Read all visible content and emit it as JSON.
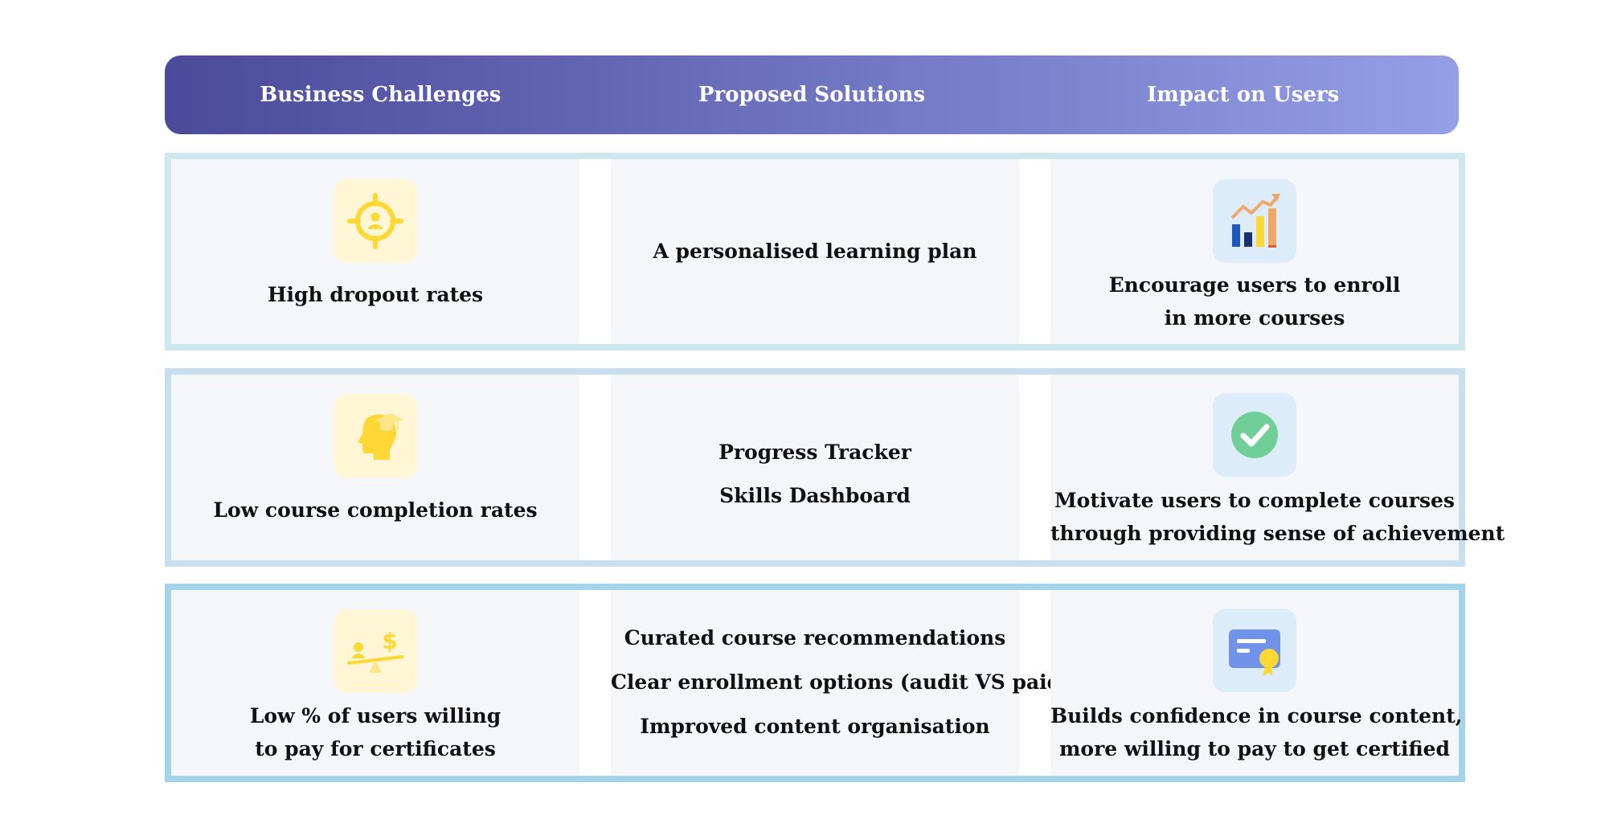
{
  "header": {
    "col1": "Business Challenges",
    "col2": "Proposed Solutions",
    "col3": "Impact on Users"
  },
  "rows": [
    {
      "challenge_icon": "target-user-icon",
      "challenge_lines": [
        "High dropout rates"
      ],
      "solution_lines": [
        "A personalised learning plan"
      ],
      "impact_icon": "growth-chart-icon",
      "impact_lines": [
        "Encourage users to enroll",
        "in more courses"
      ]
    },
    {
      "challenge_icon": "head-graduation-cap-icon",
      "challenge_lines": [
        "Low course completion rates"
      ],
      "solution_lines": [
        "Progress Tracker",
        "Skills Dashboard"
      ],
      "impact_icon": "checkmark-circle-icon",
      "impact_lines": [
        "Motivate users to complete courses",
        "through providing sense of achievement"
      ]
    },
    {
      "challenge_icon": "seesaw-dollar-icon",
      "challenge_lines": [
        "Low % of users willing",
        "to pay for certificates"
      ],
      "solution_lines": [
        "Curated course recommendations",
        "Clear enrollment options (audit VS paid)",
        "Improved content organisation"
      ],
      "impact_icon": "certificate-icon",
      "impact_lines": [
        "Builds confidence in course content,",
        "more willing to pay to get certified"
      ]
    }
  ],
  "colors": {
    "header_gradient_start": "#4b4a9b",
    "header_gradient_end": "#949fe6",
    "icon_yellow": "#fdd835",
    "icon_tile_yellow": "#fef6d4",
    "icon_tile_blue": "#dcecf8",
    "check_green": "#6fcf97"
  }
}
